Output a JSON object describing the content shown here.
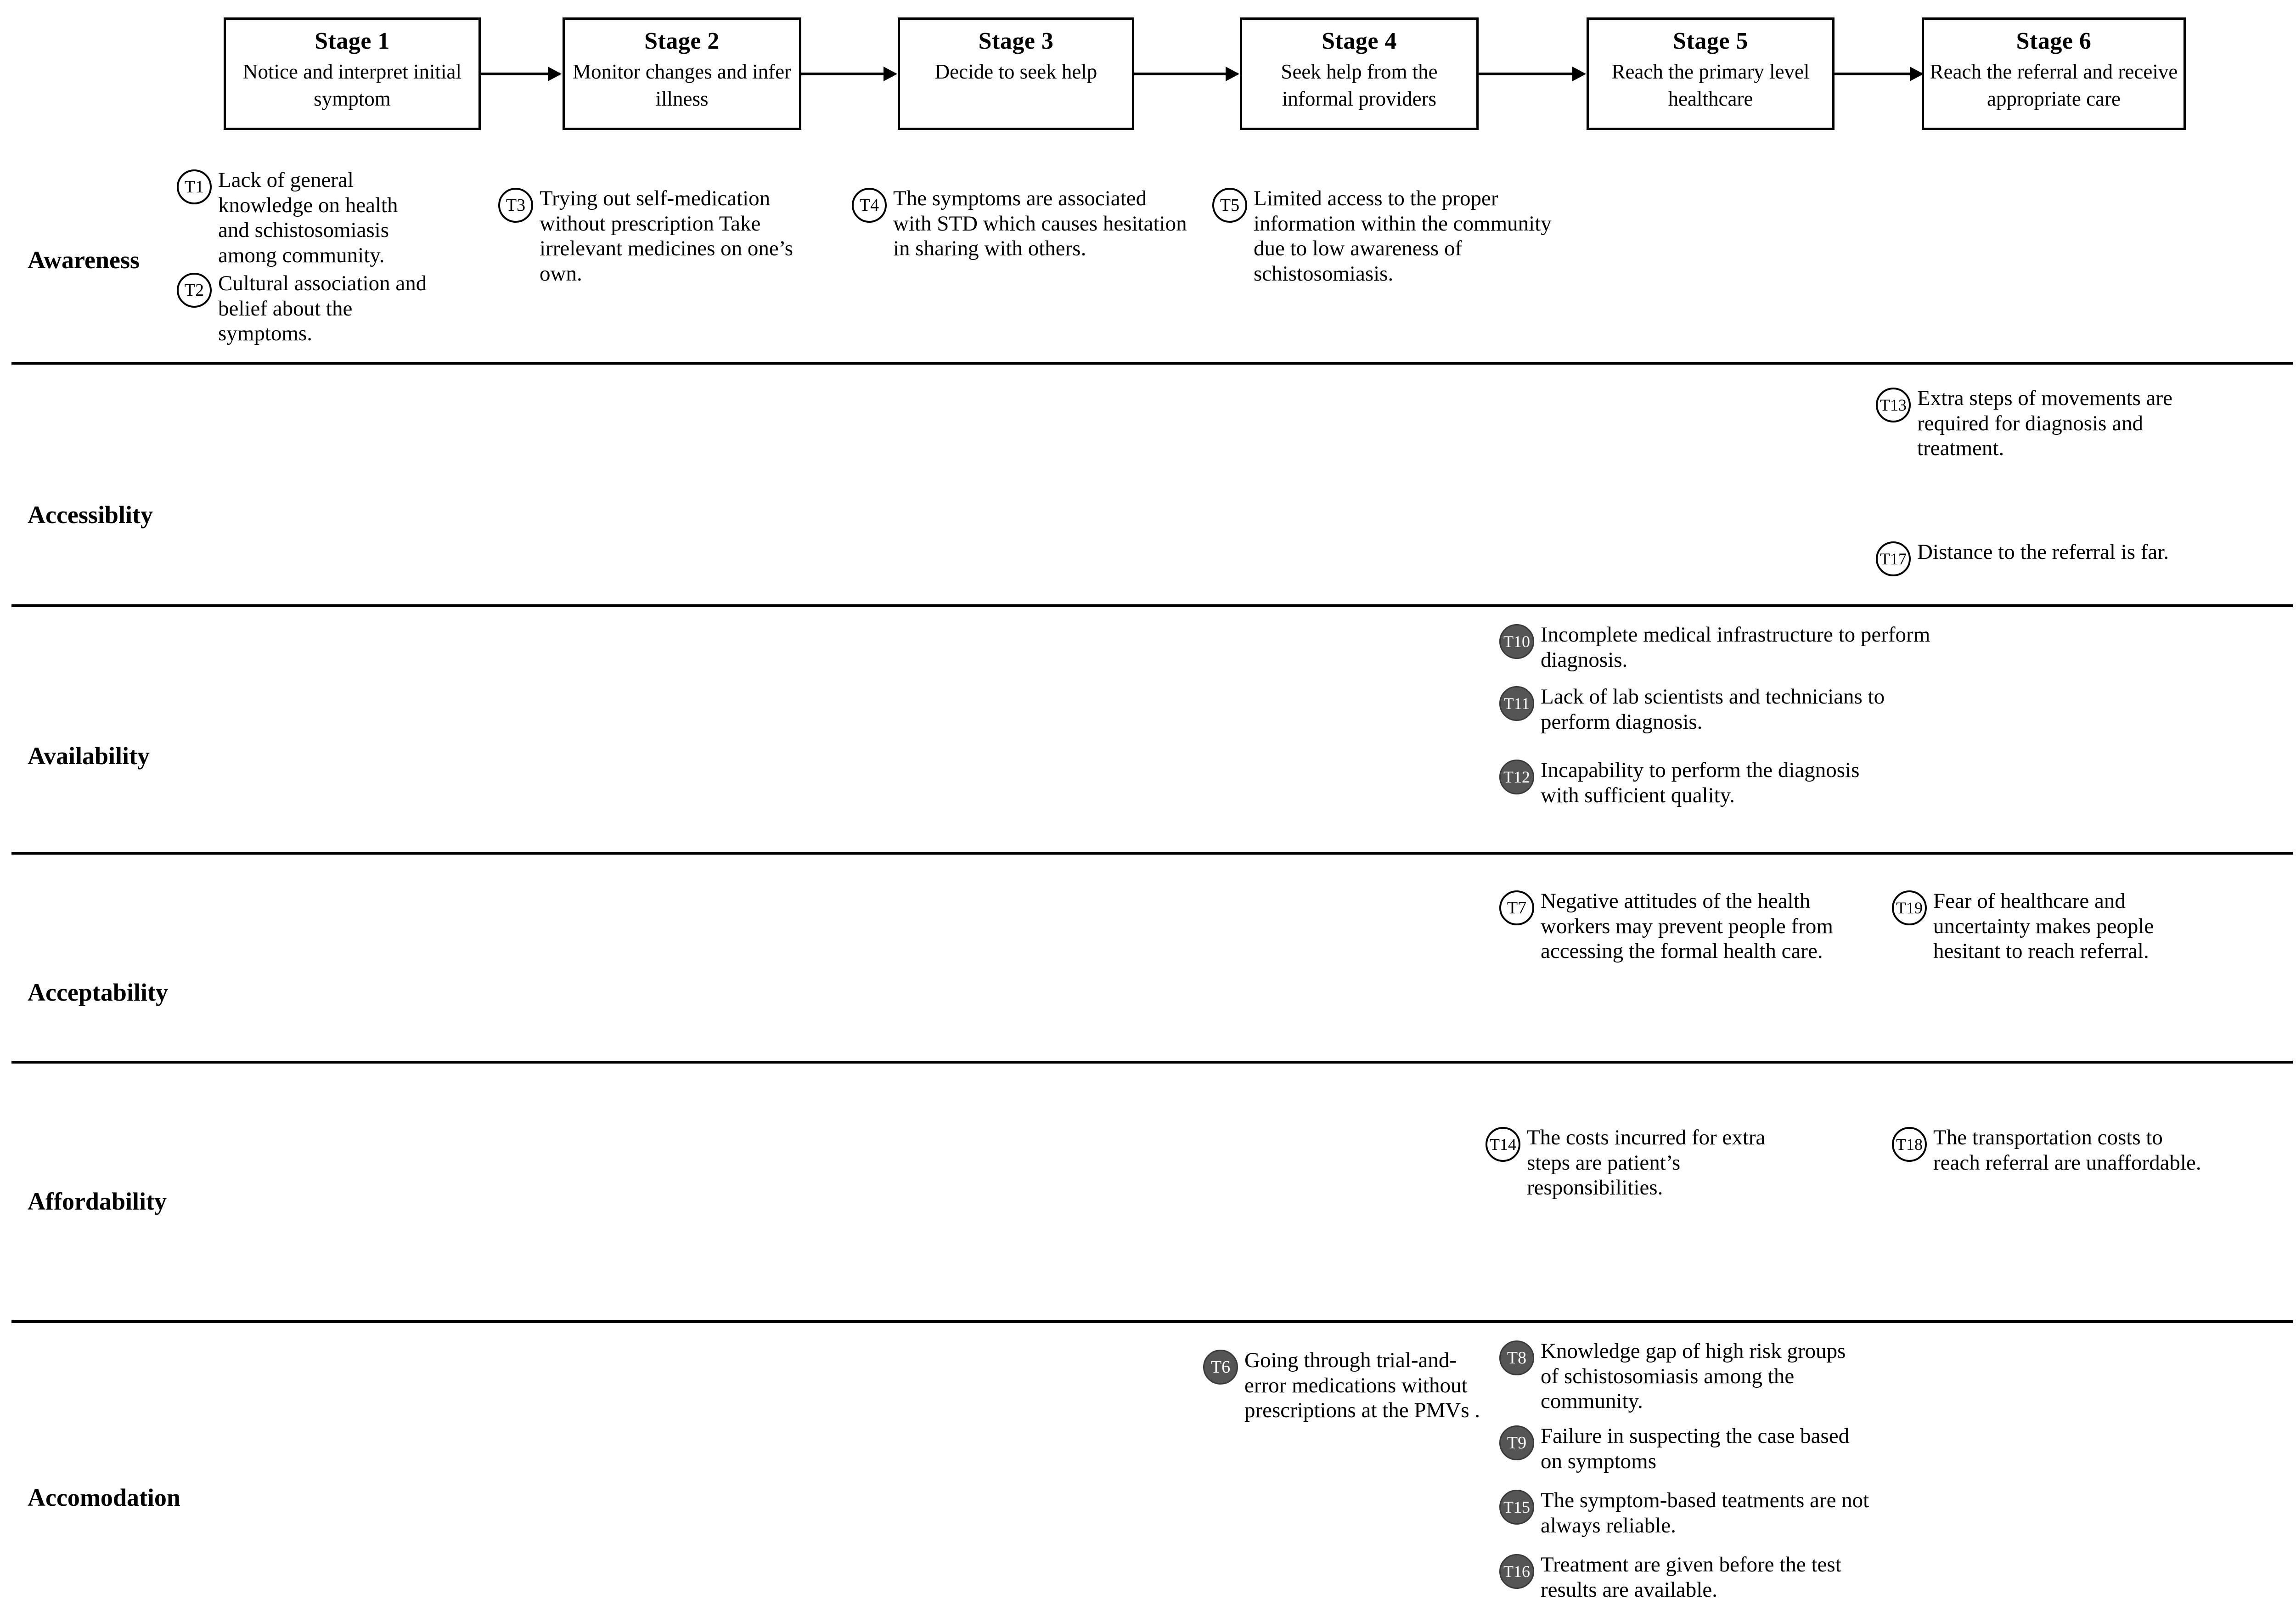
{
  "figure": {
    "title_hidden": "Patient pathway barriers across six care-seeking stages"
  },
  "stages": [
    {
      "id": "stage-1",
      "title": "Stage 1",
      "desc": "Notice and interpret initial symptom"
    },
    {
      "id": "stage-2",
      "title": "Stage 2",
      "desc": "Monitor changes and infer illness"
    },
    {
      "id": "stage-3",
      "title": "Stage 3",
      "desc": "Decide to seek help"
    },
    {
      "id": "stage-4",
      "title": "Stage 4",
      "desc": "Seek help from the informal providers"
    },
    {
      "id": "stage-5",
      "title": "Stage 5",
      "desc": "Reach the primary level healthcare"
    },
    {
      "id": "stage-6",
      "title": "Stage 6",
      "desc": "Reach the referral and receive appropriate care"
    }
  ],
  "rows": [
    {
      "label": "Awareness",
      "items": [
        {
          "code": "T1",
          "style": "open",
          "text": "Lack of general knowledge on health and schistosomiasis among community."
        },
        {
          "code": "T2",
          "style": "open",
          "text": "Cultural association and belief about the symptoms."
        },
        {
          "code": "T3",
          "style": "open",
          "text": "Trying out self-medication without prescription Take irrelevant medicines on one’s own."
        },
        {
          "code": "T4",
          "style": "open",
          "text": "The symptoms are associated with STD which causes hesitation in sharing with others."
        },
        {
          "code": "T5",
          "style": "open",
          "text": "Limited access to the proper information within the community due to low awareness of schistosomiasis."
        }
      ]
    },
    {
      "label": "Accessiblity",
      "items": [
        {
          "code": "T13",
          "style": "open",
          "text": "Extra steps of movements are required for diagnosis and treatment."
        },
        {
          "code": "T17",
          "style": "open",
          "text": "Distance to the referral is far."
        }
      ]
    },
    {
      "label": "Availability",
      "items": [
        {
          "code": "T10",
          "style": "filled",
          "text": "Incomplete medical infrastructure to perform diagnosis."
        },
        {
          "code": "T11",
          "style": "filled",
          "text": "Lack of lab scientists and technicians to perform diagnosis."
        },
        {
          "code": "T12",
          "style": "filled",
          "text": "Incapability to perform the diagnosis with sufficient quality."
        }
      ]
    },
    {
      "label": "Acceptability",
      "items": [
        {
          "code": "T7",
          "style": "open",
          "text": "Negative attitudes of the health workers may prevent people from accessing the formal health care."
        },
        {
          "code": "T19",
          "style": "open",
          "text": "Fear of healthcare and uncertainty makes people hesitant to reach referral."
        }
      ]
    },
    {
      "label": "Affordability",
      "items": [
        {
          "code": "T14",
          "style": "open",
          "text": "The costs incurred for extra steps are patient’s responsibilities."
        },
        {
          "code": "T18",
          "style": "open",
          "text": "The transportation costs to reach referral are unaffordable."
        }
      ]
    },
    {
      "label": "Accomodation",
      "items": [
        {
          "code": "T6",
          "style": "filled",
          "text": "Going through trial-and-error medications without prescriptions at the PMVs ."
        },
        {
          "code": "T8",
          "style": "filled",
          "text": "Knowledge gap of high risk groups of schistosomiasis among the community."
        },
        {
          "code": "T9",
          "style": "filled",
          "text": "Failure in suspecting the case based on  symptoms"
        },
        {
          "code": "T15",
          "style": "filled",
          "text": "The symptom-based teatments are not always reliable."
        },
        {
          "code": "T16",
          "style": "filled",
          "text": "Treatment are given before the test results are available."
        }
      ]
    }
  ],
  "colors": {
    "line": "#000000",
    "marker_filled_bg": "#555555",
    "marker_filled_text": "#ffffff",
    "background": "#ffffff"
  }
}
